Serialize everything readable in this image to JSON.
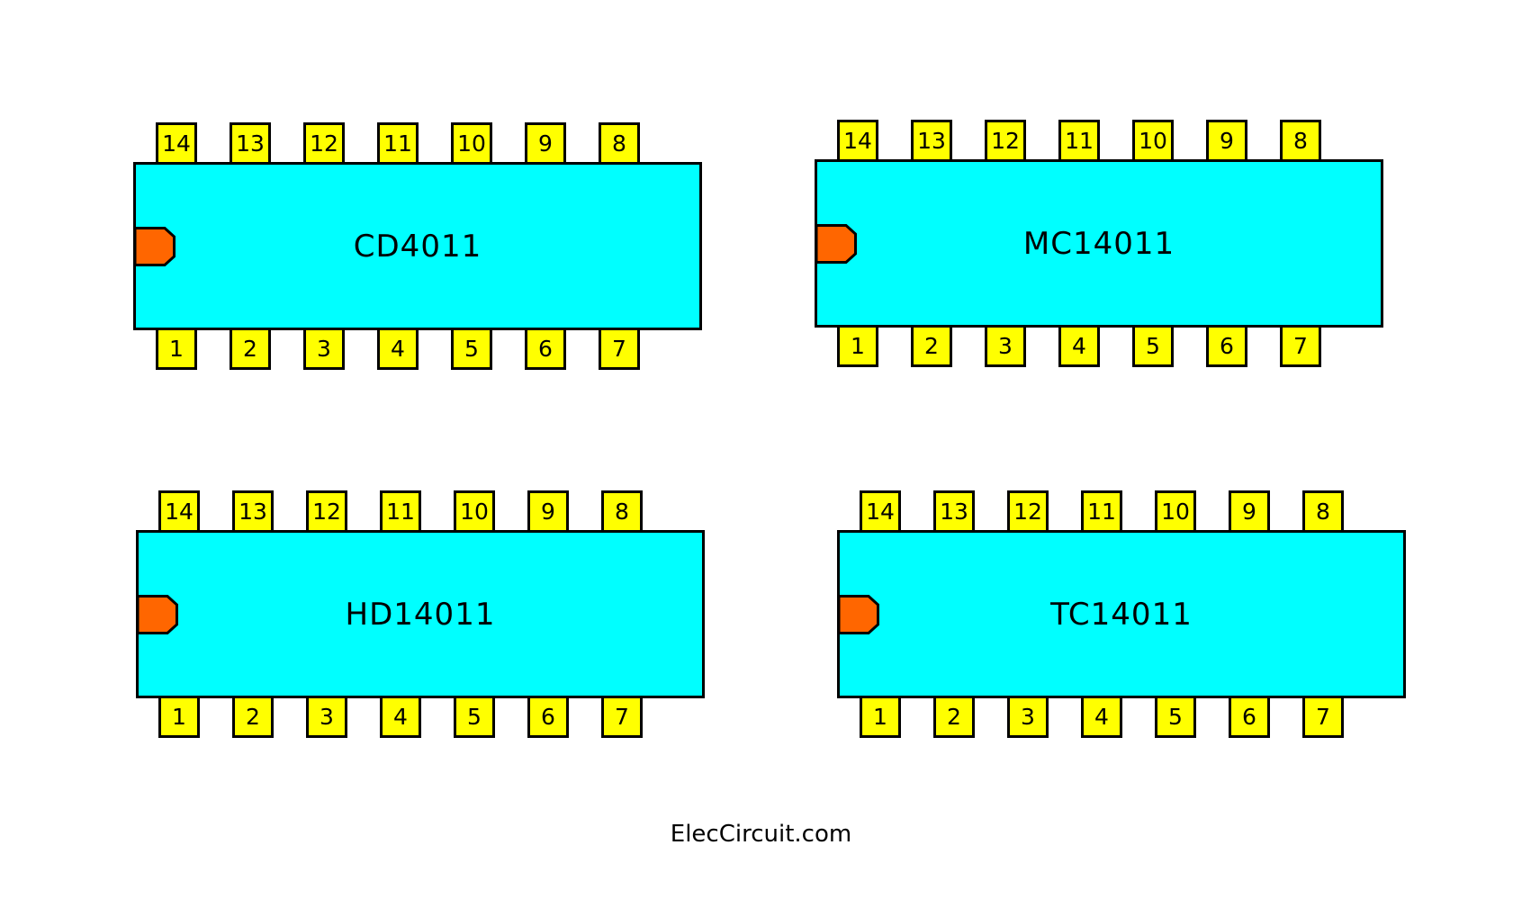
{
  "chips": [
    {
      "name": "CD4011",
      "top_pins": [
        "14",
        "13",
        "12",
        "11",
        "10",
        "9",
        "8"
      ],
      "bottom_pins": [
        "1",
        "2",
        "3",
        "4",
        "5",
        "6",
        "7"
      ]
    },
    {
      "name": "MC14011",
      "top_pins": [
        "14",
        "13",
        "12",
        "11",
        "10",
        "9",
        "8"
      ],
      "bottom_pins": [
        "1",
        "2",
        "3",
        "4",
        "5",
        "6",
        "7"
      ]
    },
    {
      "name": "HD14011",
      "top_pins": [
        "14",
        "13",
        "12",
        "11",
        "10",
        "9",
        "8"
      ],
      "bottom_pins": [
        "1",
        "2",
        "3",
        "4",
        "5",
        "6",
        "7"
      ]
    },
    {
      "name": "TC14011",
      "top_pins": [
        "14",
        "13",
        "12",
        "11",
        "10",
        "9",
        "8"
      ],
      "bottom_pins": [
        "1",
        "2",
        "3",
        "4",
        "5",
        "6",
        "7"
      ]
    }
  ],
  "colors": {
    "body": "#00ffff",
    "pin": "#ffff00",
    "notch": "#ff6600",
    "outline": "#000000"
  },
  "footer": "ElecCircuit.com"
}
